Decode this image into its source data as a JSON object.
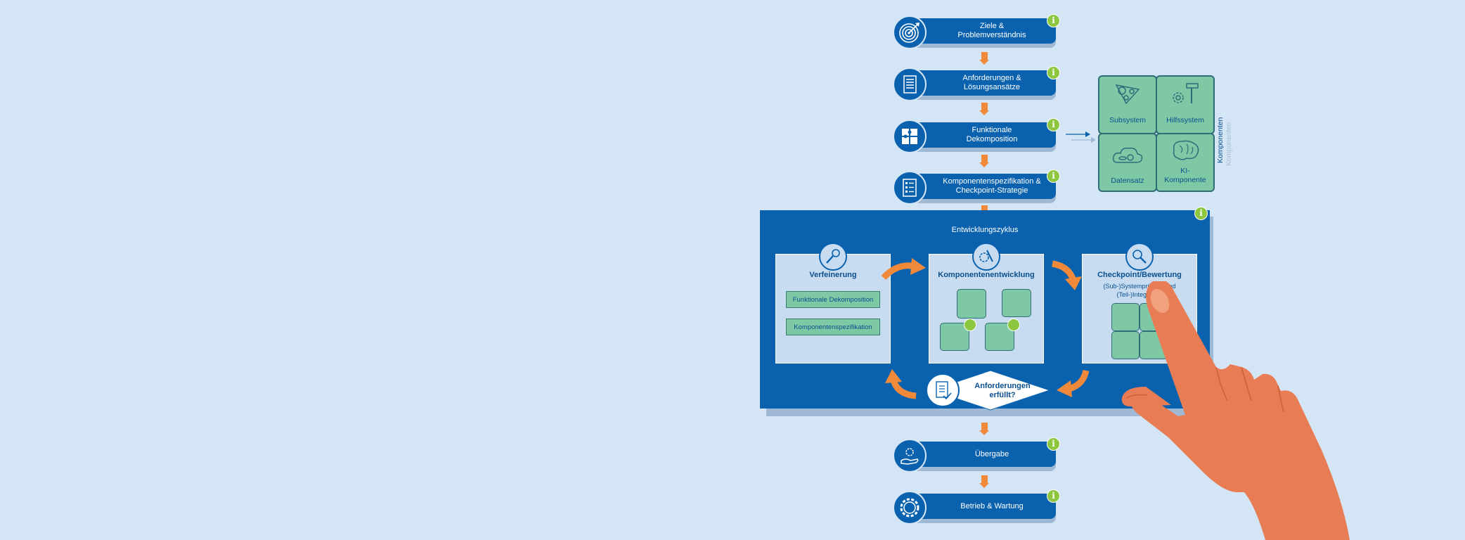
{
  "steps": [
    {
      "label": "Ziele &\nProblemverständnis",
      "icon": "target-icon"
    },
    {
      "label": "Anforderungen &\nLösungsansätze",
      "icon": "document-list-icon"
    },
    {
      "label": "Funktionale\nDekomposition",
      "icon": "puzzle-icon"
    },
    {
      "label": "Komponentenspezifikation &\nCheckpoint-Strategie",
      "icon": "specification-icon"
    },
    {
      "label": "Übergabe",
      "icon": "hand-gear-icon"
    },
    {
      "label": "Betrieb & Wartung",
      "icon": "gear-24-7-icon"
    }
  ],
  "info_glyph": "i",
  "cycle": {
    "title": "Entwicklungszyklus",
    "refine": {
      "title": "Verfeinerung",
      "items": [
        "Funktionale Dekomposition",
        "Komponentenspezifikation"
      ]
    },
    "develop": {
      "title": "Komponentenentwicklung"
    },
    "checkpoint": {
      "title": "Checkpoint/Bewertung",
      "subtitle": "(Sub-)Systemprüfung und\n(Teil-)Integration"
    },
    "decision": "Anforderungen\nerfüllt?"
  },
  "components": {
    "tiles": [
      "Subsystem",
      "Hilfssystem",
      "Datensatz",
      "KI-\nKomponente"
    ],
    "side_label": "Komponenten",
    "side_label_faint": "Komponenten"
  },
  "colors": {
    "background": "#d4e5f5",
    "primary_blue": "#0a62ae",
    "accent_orange": "#f08a3a",
    "puzzle_green": "#7ec8a6",
    "info_green": "#8dc63f",
    "hand_skin": "#e87d55"
  }
}
